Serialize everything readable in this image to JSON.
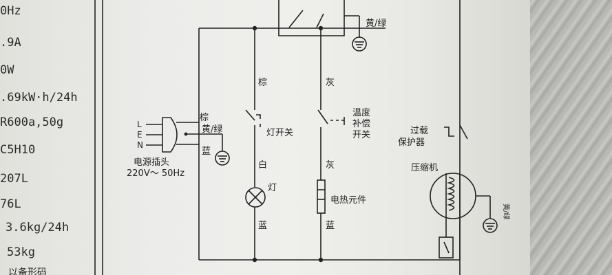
{
  "spec_column": {
    "lines": [
      "0Hz",
      ".9A",
      "0W",
      ".69kW·h/24h",
      "R600a,50g",
      "C5H10",
      "207L",
      "76L",
      "3.6kg/24h",
      "53kg",
      "以备形码"
    ]
  },
  "plug": {
    "pins": [
      "L",
      "E",
      "N"
    ],
    "title": "电源插头",
    "rating": "220V～ 50Hz",
    "wire_brown": "棕",
    "wire_ground": "黄/绿",
    "wire_blue": "蓝"
  },
  "lamp_branch": {
    "wire_top": "棕",
    "switch_label": "灯开关",
    "wire_mid": "白",
    "lamp_label": "灯",
    "wire_bottom": "蓝"
  },
  "heater_branch": {
    "wire_top": "灰",
    "switch_label_lines": [
      "温度",
      "补偿",
      "开关"
    ],
    "wire_mid": "灰",
    "heater_label": "电热元件",
    "wire_bottom": "蓝"
  },
  "top_ground": {
    "label": "黄/绿"
  },
  "compressor_branch": {
    "overload_label_lines": [
      "过载",
      "保护器"
    ],
    "compressor_label": "压缩机",
    "ground_label": "黄/绿"
  },
  "colors": {
    "ink": "#222222",
    "paper": "#ececea",
    "metal": "#b4b4b2"
  }
}
